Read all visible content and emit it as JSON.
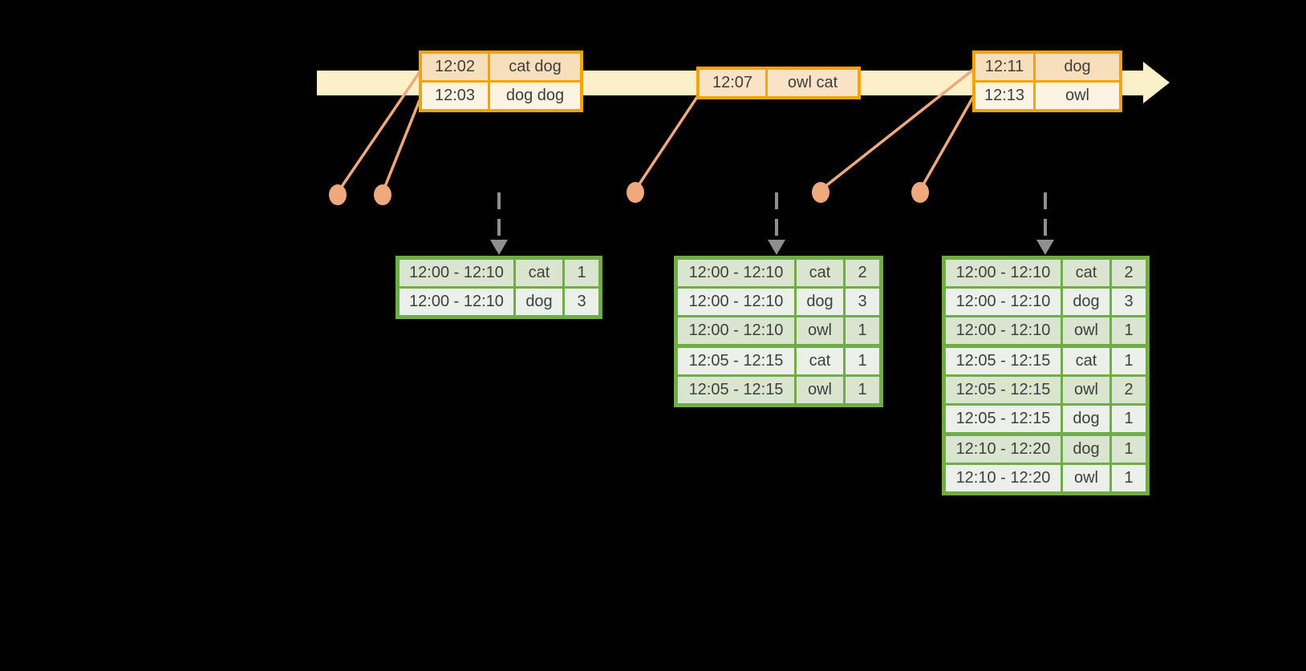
{
  "diagram_type": "streaming-windowed-word-count",
  "colors": {
    "background": "#000000",
    "stream_arrow": "#fbf0ca",
    "event_table_border": "#f2a403",
    "event_row_dark": "#f8dfbc",
    "event_row_light": "#fdf3e2",
    "connector_salmon": "#f0a87d",
    "trigger_arrow_gray": "#8f8f8f",
    "result_table_border": "#70ad47",
    "result_row_dark": "#d9e5ce",
    "result_row_light": "#ebf1e8",
    "text": "#3f3f3f"
  },
  "event_tables": [
    {
      "rows": [
        {
          "time": "12:02",
          "words": "cat dog"
        },
        {
          "time": "12:03",
          "words": "dog dog"
        }
      ]
    },
    {
      "rows": [
        {
          "time": "12:07",
          "words": "owl cat"
        }
      ]
    },
    {
      "rows": [
        {
          "time": "12:11",
          "words": "dog"
        },
        {
          "time": "12:13",
          "words": "owl"
        }
      ]
    }
  ],
  "result_tables": [
    {
      "rows": [
        {
          "window": "12:00 - 12:10",
          "word": "cat",
          "count": "1"
        },
        {
          "window": "12:00 - 12:10",
          "word": "dog",
          "count": "3"
        }
      ]
    },
    {
      "rows": [
        {
          "window": "12:00 - 12:10",
          "word": "cat",
          "count": "2"
        },
        {
          "window": "12:00 - 12:10",
          "word": "dog",
          "count": "3"
        },
        {
          "window": "12:00 - 12:10",
          "word": "owl",
          "count": "1"
        },
        {
          "window": "12:05 - 12:15",
          "word": "cat",
          "count": "1"
        },
        {
          "window": "12:05 - 12:15",
          "word": "owl",
          "count": "1"
        }
      ]
    },
    {
      "rows": [
        {
          "window": "12:00 - 12:10",
          "word": "cat",
          "count": "2"
        },
        {
          "window": "12:00 - 12:10",
          "word": "dog",
          "count": "3"
        },
        {
          "window": "12:00 - 12:10",
          "word": "owl",
          "count": "1"
        },
        {
          "window": "12:05 - 12:15",
          "word": "cat",
          "count": "1"
        },
        {
          "window": "12:05 - 12:15",
          "word": "owl",
          "count": "2"
        },
        {
          "window": "12:05 - 12:15",
          "word": "dog",
          "count": "1"
        },
        {
          "window": "12:10 - 12:20",
          "word": "dog",
          "count": "1"
        },
        {
          "window": "12:10 - 12:20",
          "word": "owl",
          "count": "1"
        }
      ]
    }
  ]
}
